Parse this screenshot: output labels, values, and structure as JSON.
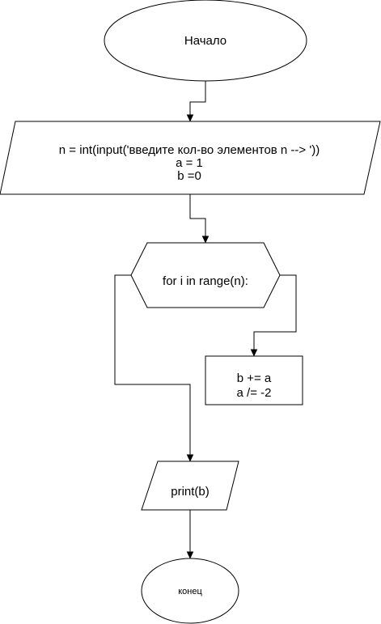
{
  "flowchart": {
    "start": {
      "label": "Начало"
    },
    "input_block": {
      "lines": [
        "n = int(input('введите кол-во элементов n --> '))",
        "a = 1",
        "b =0"
      ]
    },
    "loop": {
      "label": "for i in range(n):"
    },
    "loop_body": {
      "lines": [
        "b += a",
        "a /= -2"
      ]
    },
    "output_block": {
      "label": "print(b)"
    },
    "end": {
      "label": "конец"
    }
  }
}
